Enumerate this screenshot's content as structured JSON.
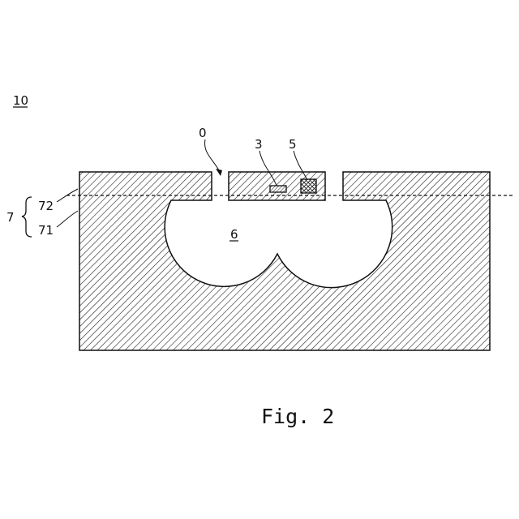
{
  "figure_number": "10",
  "labels": {
    "layer_group": "7",
    "upper_layer": "72",
    "lower_layer": "71",
    "opening": "0",
    "element_3": "3",
    "element_5": "5",
    "cavity": "6"
  },
  "caption": "Fig. 2"
}
